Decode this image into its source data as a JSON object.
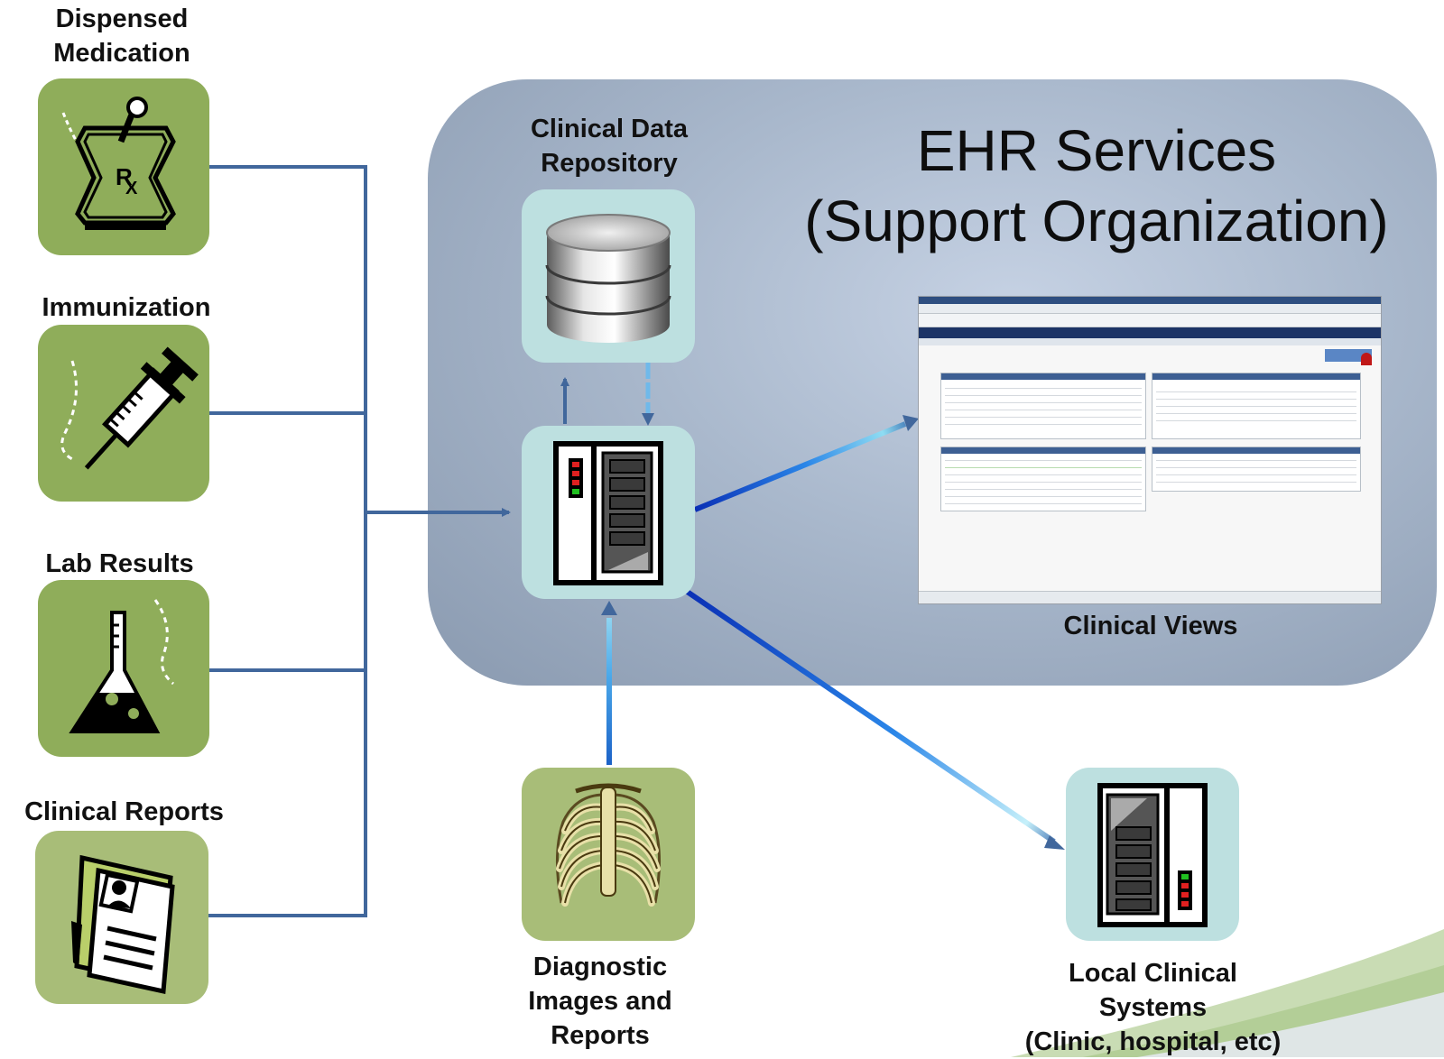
{
  "labels": {
    "dispensed_medication": "Dispensed\nMedication",
    "immunization": "Immunization",
    "lab_results": "Lab Results",
    "clinical_reports": "Clinical  Reports",
    "clinical_data_repository": "Clinical Data\nRepository",
    "ehr_services_title": "EHR Services\n(Support Organization)",
    "clinical_views": "Clinical Views",
    "diagnostic_images": "Diagnostic\nImages and\nReports",
    "local_clinical_systems": "Local Clinical\nSystems\n(Clinic, hospital, etc)"
  },
  "icons": {
    "medication": "mortar-pestle-rx-icon",
    "immunization": "syringe-icon",
    "lab": "flask-icon",
    "reports": "clinical-report-folder-icon",
    "repository": "database-icon",
    "server": "server-icon",
    "diagnostic": "rib-cage-xray-icon"
  },
  "colors": {
    "connector": "#41679c",
    "source_tile": "#8fad5a",
    "teal_tile": "#bde0e0",
    "panel": "#a9b8cc",
    "flow_blue": "#1f5fe0"
  }
}
